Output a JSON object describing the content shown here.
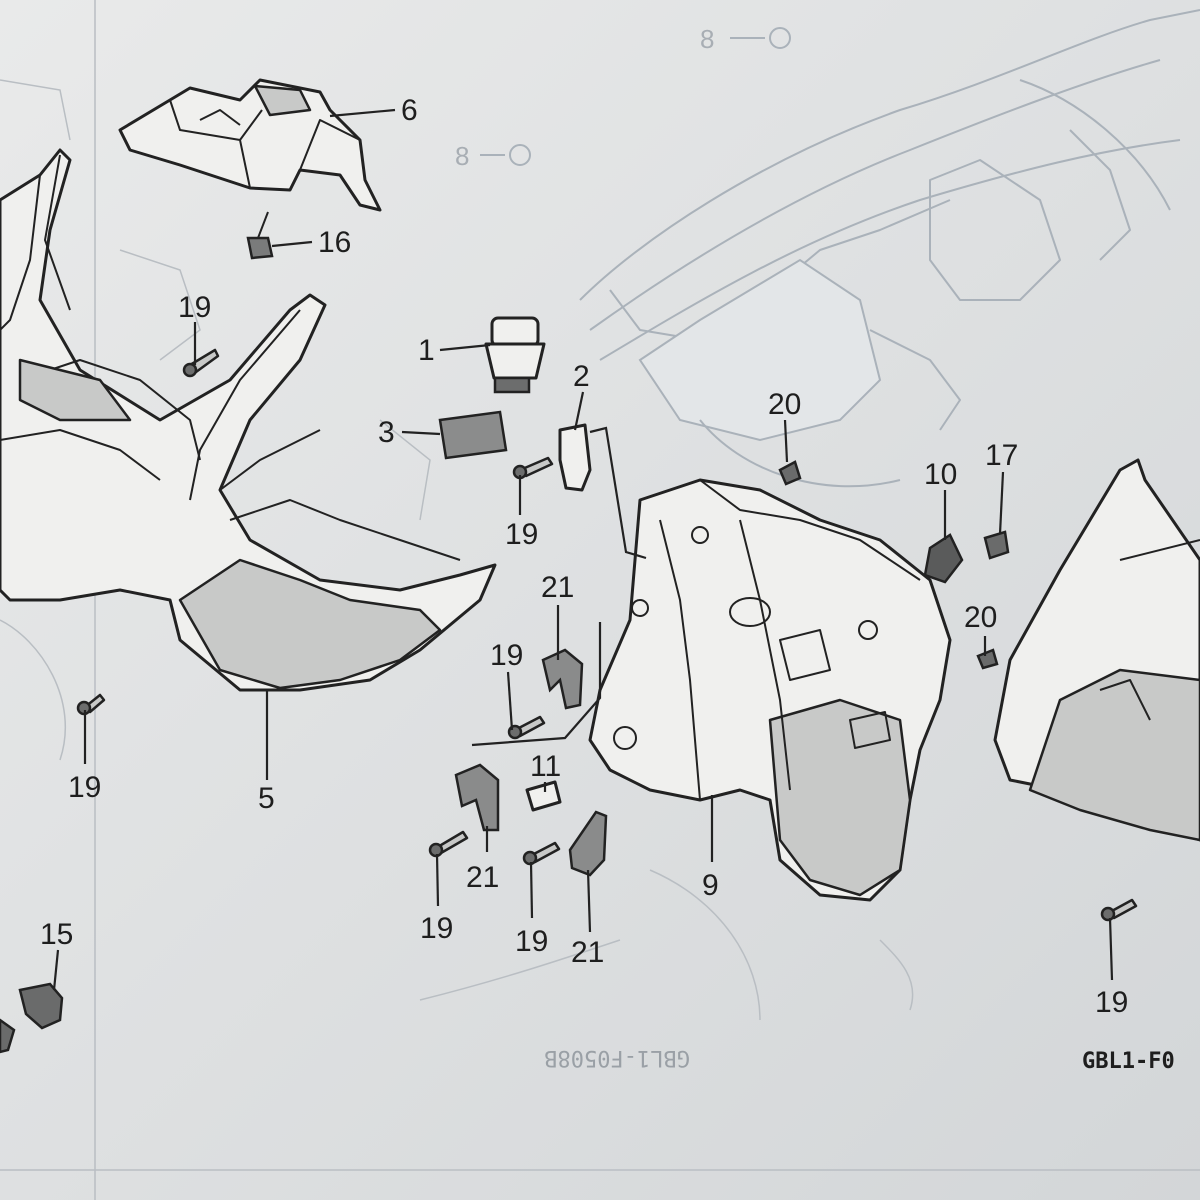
{
  "callouts": {
    "c1": "1",
    "c2": "2",
    "c3": "3",
    "c5": "5",
    "c6": "6",
    "c9": "9",
    "c10": "10",
    "c11": "11",
    "c15": "15",
    "c16": "16",
    "c17": "17",
    "c19a": "19",
    "c19b": "19",
    "c19c": "19",
    "c19d": "19",
    "c19e": "19",
    "c19f": "19",
    "c19g": "19",
    "c20a": "20",
    "c20b": "20",
    "c21a": "21",
    "c21b": "21",
    "c21c": "21"
  },
  "diagram_code": "GBL1-F0",
  "ghost_labels": {
    "g8a": "8",
    "g8b": "8",
    "ghost_code": "GBL1-F0508B"
  }
}
